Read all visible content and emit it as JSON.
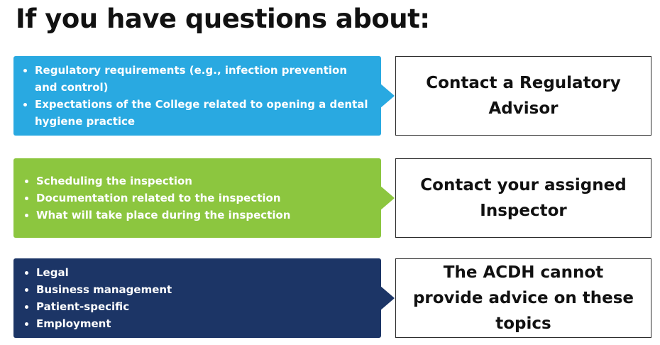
{
  "title": "If you have questions about:",
  "colors": {
    "blue": "#29a9e1",
    "green": "#8cc63f",
    "navy": "#1c3566"
  },
  "rows": [
    {
      "topics": [
        "Regulatory requirements (e.g., infection prevention and control)",
        "Expectations of the College related to opening a dental hygiene practice"
      ],
      "contact": "Contact a Regulatory Advisor"
    },
    {
      "topics": [
        "Scheduling the inspection",
        "Documentation related to the inspection",
        "What will take place during the inspection"
      ],
      "contact": "Contact your assigned Inspector"
    },
    {
      "topics": [
        "Legal",
        "Business management",
        "Patient-specific",
        "Employment"
      ],
      "contact": "The ACDH cannot provide advice on these topics"
    }
  ]
}
